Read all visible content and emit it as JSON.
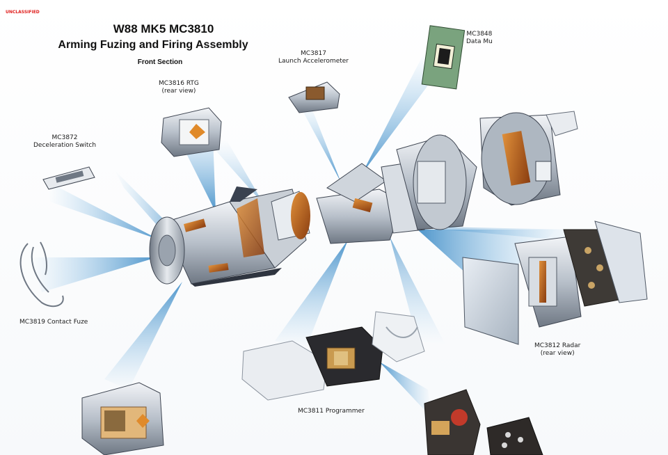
{
  "classification": "UNCLASSIFIED",
  "title": {
    "line1": "W88 MK5 MC3810",
    "line2": "Arming Fuzing and Firing Assembly",
    "line3": "Front Section"
  },
  "labels": {
    "mc3848": [
      "MC3848",
      "Data Mu"
    ],
    "mc3817": [
      "MC3817",
      "Launch Accelerometer"
    ],
    "mc3816": [
      "MC3816 RTG",
      "(rear view)"
    ],
    "mc3872": [
      "MC3872",
      "Deceleration Switch"
    ],
    "mc3819": [
      "MC3819 Contact Fuze"
    ],
    "mc3812": [
      "MC3812 Radar",
      "(rear view)"
    ],
    "mc3811": [
      "MC3811 Programmer"
    ]
  },
  "colors": {
    "ray_blue": "#3e8fc9",
    "metal_light": "#dfe3e8",
    "metal_mid": "#a9b1bb",
    "metal_dark": "#4d5663",
    "copper": "#c4651f",
    "gold": "#e0a43a",
    "title": "#111111",
    "classification_red": "#e0201e"
  }
}
